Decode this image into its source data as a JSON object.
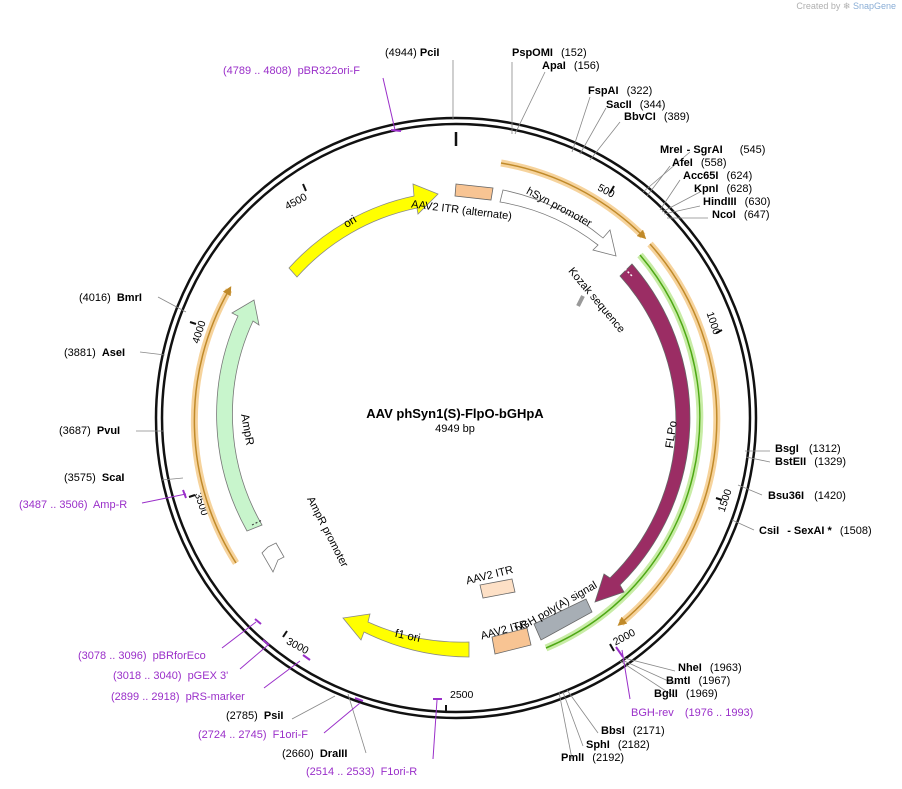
{
  "credit": {
    "prefix": "Created by",
    "brand": "SnapGene"
  },
  "plasmid": {
    "name": "AAV phSyn1(S)-FlpO-bGHpA",
    "size_label": "4949 bp"
  },
  "colors": {
    "backbone": "#111111",
    "orf_outline": "#f2c27e",
    "orf_line": "#c08a2a",
    "green_outline": "#bfe89a",
    "green_line": "#4ea815",
    "primer": "#9a2fc9"
  },
  "ticks": [
    "500",
    "1000",
    "1500",
    "2000",
    "2500",
    "3000",
    "3500",
    "4000",
    "4500"
  ],
  "features": {
    "ori": "ori",
    "itr_alt": "AAV2 ITR (alternate)",
    "hsyn": "hSyn promoter",
    "kozak": "Kozak sequence",
    "flpo": "FLPo",
    "bgh": "bGH poly(A) signal",
    "itr1": "AAV2 ITR",
    "itr2": "AAV2 ITR",
    "f1ori": "f1 ori",
    "ampr": "AmpR",
    "ampr_prom": "AmpR promoter"
  },
  "enzymes": [
    {
      "name": "PciI",
      "pos": "(4944)"
    },
    {
      "name": "PspOMI",
      "pos": "(152)"
    },
    {
      "name": "ApaI",
      "pos": "(156)"
    },
    {
      "name": "FspAI",
      "pos": "(322)"
    },
    {
      "name": "SacII",
      "pos": "(344)"
    },
    {
      "name": "BbvCI",
      "pos": "(389)"
    },
    {
      "name": "MreI",
      "pos": ""
    },
    {
      "name": "- SgrAI",
      "pos": "(545)"
    },
    {
      "name": "AfeI",
      "pos": "(558)"
    },
    {
      "name": "Acc65I",
      "pos": "(624)"
    },
    {
      "name": "KpnI",
      "pos": "(628)"
    },
    {
      "name": "HindIII",
      "pos": "(630)"
    },
    {
      "name": "NcoI",
      "pos": "(647)"
    },
    {
      "name": "BsgI",
      "pos": "(1312)"
    },
    {
      "name": "BstEII",
      "pos": "(1329)"
    },
    {
      "name": "Bsu36I",
      "pos": "(1420)"
    },
    {
      "name": "CsiI",
      "pos": ""
    },
    {
      "name": "- SexAI *",
      "pos": "(1508)"
    },
    {
      "name": "NheI",
      "pos": "(1963)"
    },
    {
      "name": "BmtI",
      "pos": "(1967)"
    },
    {
      "name": "BglII",
      "pos": "(1969)"
    },
    {
      "name": "BbsI",
      "pos": "(2171)"
    },
    {
      "name": "SphI",
      "pos": "(2182)"
    },
    {
      "name": "PmlI",
      "pos": "(2192)"
    },
    {
      "name": "DraIII",
      "pos": "(2660)"
    },
    {
      "name": "PsiI",
      "pos": "(2785)"
    },
    {
      "name": "ScaI",
      "pos": "(3575)"
    },
    {
      "name": "PvuI",
      "pos": "(3687)"
    },
    {
      "name": "AseI",
      "pos": "(3881)"
    },
    {
      "name": "BmrI",
      "pos": "(4016)"
    }
  ],
  "primers": [
    {
      "name": "pBR322ori-F",
      "range": "(4789 .. 4808)"
    },
    {
      "name": "BGH-rev",
      "range": "(1976 .. 1993)"
    },
    {
      "name": "F1ori-R",
      "range": "(2514 .. 2533)"
    },
    {
      "name": "F1ori-F",
      "range": "(2724 .. 2745)"
    },
    {
      "name": "pRS-marker",
      "range": "(2899 .. 2918)"
    },
    {
      "name": "pGEX 3'",
      "range": "(3018 .. 3040)"
    },
    {
      "name": "pBRforEco",
      "range": "(3078 .. 3096)"
    },
    {
      "name": "Amp-R",
      "range": "(3487 .. 3506)"
    }
  ]
}
